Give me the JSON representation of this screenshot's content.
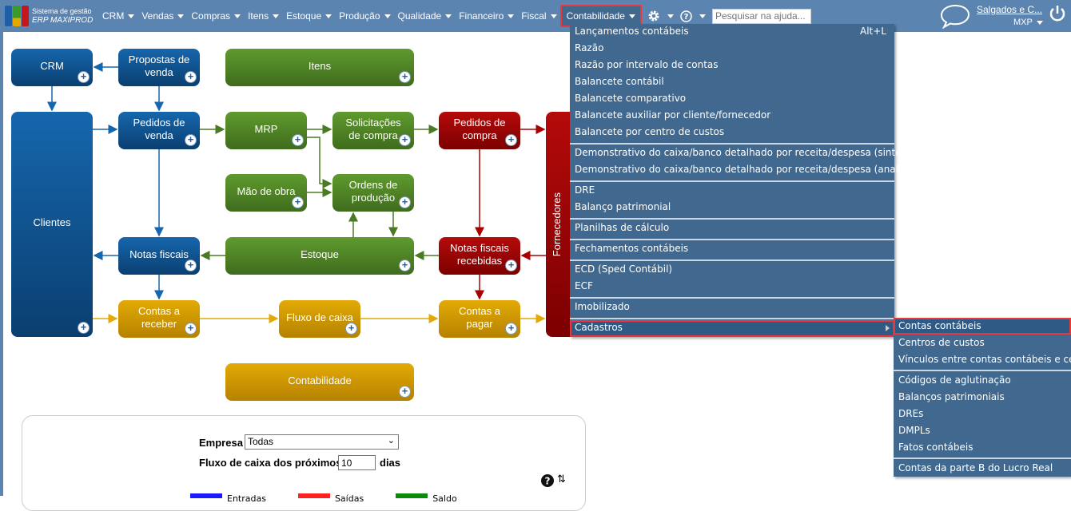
{
  "brand": {
    "line1": "Sistema de gestão",
    "line2": "ERP MAXIPROD"
  },
  "nav": {
    "menus": [
      "CRM",
      "Vendas",
      "Compras",
      "Itens",
      "Estoque",
      "Produção",
      "Qualidade",
      "Financeiro",
      "Fiscal"
    ],
    "active_menu": "Contabilidade",
    "search_placeholder": "Pesquisar na ajuda...",
    "user": "Salgados e C...",
    "company": "MXP"
  },
  "dropdown": {
    "groups": [
      [
        {
          "label": "Lançamentos contábeis",
          "shortcut": "Alt+L"
        },
        {
          "label": "Razão"
        },
        {
          "label": "Razão por intervalo de contas"
        },
        {
          "label": "Balancete contábil"
        },
        {
          "label": "Balancete comparativo"
        },
        {
          "label": "Balancete auxiliar por cliente/fornecedor"
        },
        {
          "label": "Balancete por centro de custos"
        }
      ],
      [
        {
          "label": "Demonstrativo do caixa/banco detalhado por receita/despesa (sintético)"
        },
        {
          "label": "Demonstrativo do caixa/banco detalhado por receita/despesa (analítico)"
        }
      ],
      [
        {
          "label": "DRE"
        },
        {
          "label": "Balanço patrimonial"
        }
      ],
      [
        {
          "label": "Planilhas de cálculo"
        }
      ],
      [
        {
          "label": "Fechamentos contábeis"
        }
      ],
      [
        {
          "label": "ECD (Sped Contábil)"
        },
        {
          "label": "ECF"
        }
      ],
      [
        {
          "label": "Imobilizado"
        }
      ],
      [
        {
          "label": "Cadastros",
          "submenu": true
        }
      ]
    ]
  },
  "submenu": {
    "groups": [
      [
        {
          "label": "Contas contábeis",
          "highlighted": true
        },
        {
          "label": "Centros de custos"
        },
        {
          "label": "Vínculos entre contas contábeis e centros de custos"
        }
      ],
      [
        {
          "label": "Códigos de aglutinação"
        },
        {
          "label": "Balanços patrimoniais"
        },
        {
          "label": "DREs"
        },
        {
          "label": "DMPLs"
        },
        {
          "label": "Fatos contábeis"
        }
      ],
      [
        {
          "label": "Contas da parte B do Lucro Real"
        }
      ]
    ]
  },
  "diagram": {
    "crm": "CRM",
    "propostas": "Propostas de venda",
    "itens": "Itens",
    "clientes": "Clientes",
    "pedidos_venda": "Pedidos de venda",
    "mrp": "MRP",
    "solicitacoes": "Solicitações de compra",
    "pedidos_compra": "Pedidos de compra",
    "fornecedores": "Fornecedores",
    "mao_obra": "Mão de obra",
    "ordens": "Ordens de produção",
    "notas": "Notas fiscais",
    "estoque": "Estoque",
    "notas_recebidas": "Notas fiscais recebidas",
    "contas_receber": "Contas a receber",
    "fluxo": "Fluxo de caixa",
    "contas_pagar": "Contas a pagar",
    "contabilidade": "Contabilidade"
  },
  "panel": {
    "empresa_label": "Empresa",
    "empresa_value": "Todas",
    "fluxo_label": "Fluxo de caixa dos próximos",
    "fluxo_days": "10",
    "dias_label": "dias",
    "legend": [
      {
        "label": "Entradas",
        "color": "#1a1aff"
      },
      {
        "label": "Saídas",
        "color": "#ff2020"
      },
      {
        "label": "Saldo",
        "color": "#0a8a0a"
      }
    ]
  },
  "colors": {
    "nav": "#5b84b1",
    "menu": "#41698f",
    "highlight": "#e8383d"
  }
}
